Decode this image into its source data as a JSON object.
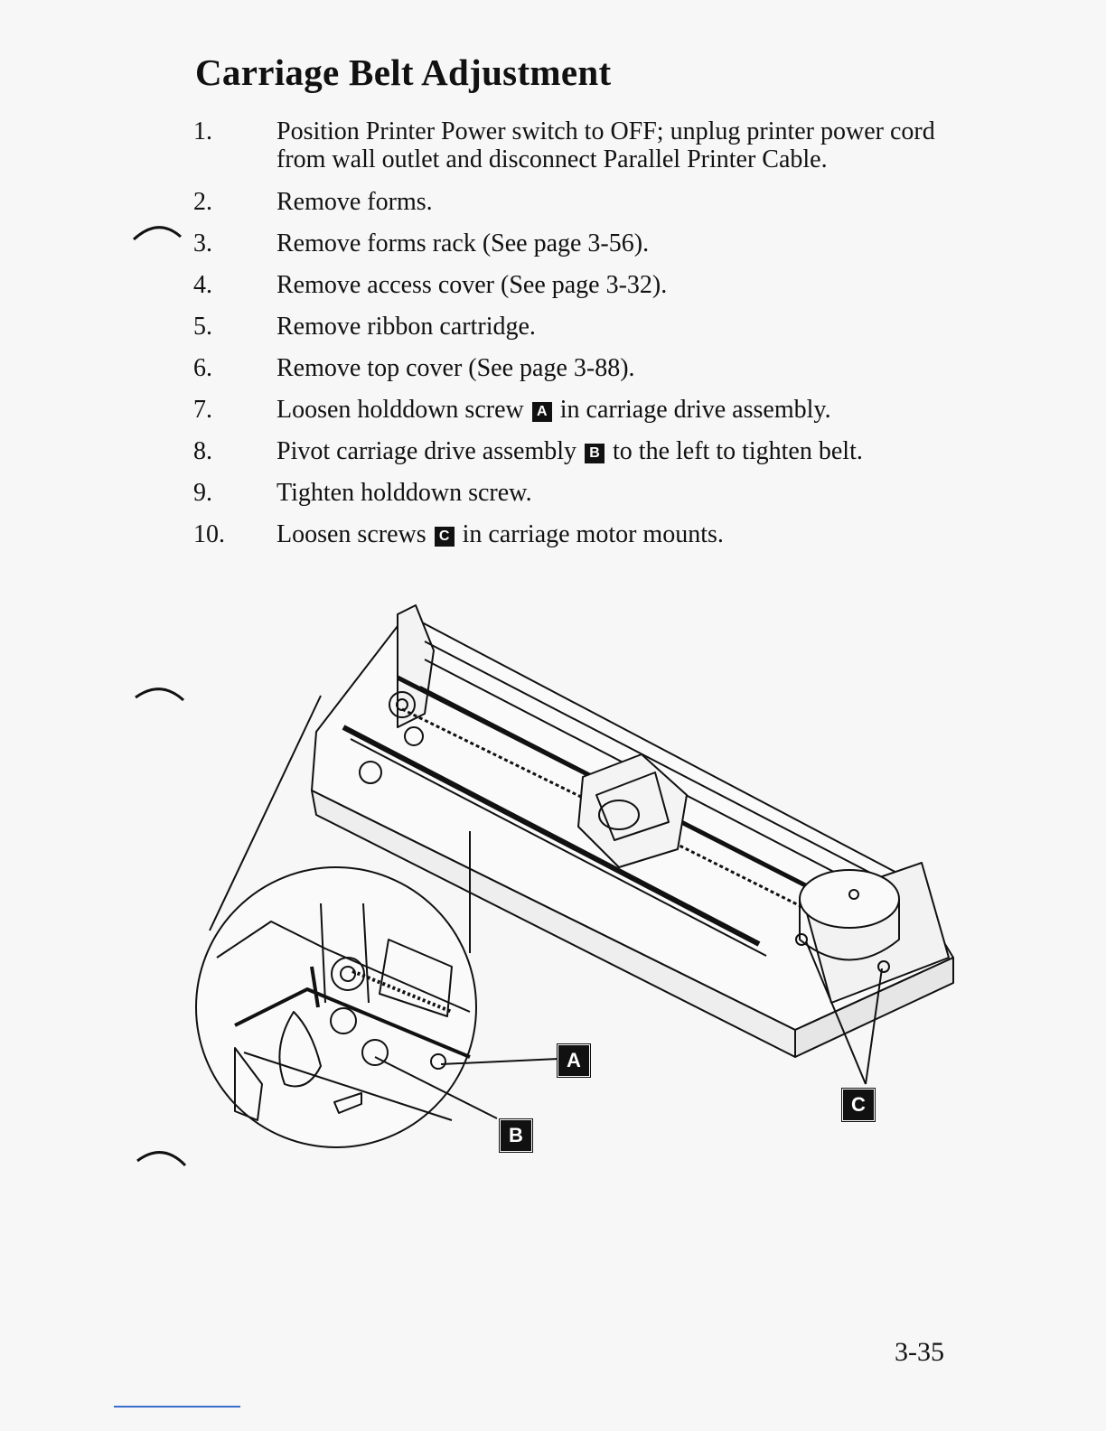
{
  "page": {
    "title": "Carriage Belt Adjustment",
    "page_number": "3-35"
  },
  "steps": [
    {
      "num": "1.",
      "text": "Position Printer Power switch to OFF; unplug printer power cord from wall outlet and disconnect Parallel Printer Cable."
    },
    {
      "num": "2.",
      "text": "Remove forms."
    },
    {
      "num": "3.",
      "text": "Remove forms rack (See page 3-56)."
    },
    {
      "num": "4.",
      "text": "Remove access cover (See page 3-32)."
    },
    {
      "num": "5.",
      "text": "Remove ribbon cartridge."
    },
    {
      "num": "6.",
      "text": "Remove top cover (See page 3-88)."
    },
    {
      "num": "7.",
      "before": "Loosen holddown screw",
      "badge": "A",
      "after": "in carriage drive assembly."
    },
    {
      "num": "8.",
      "before": "Pivot carriage drive assembly",
      "badge": "B",
      "after": "to the left to tighten belt."
    },
    {
      "num": "9.",
      "text": "Tighten holddown screw."
    },
    {
      "num": "10.",
      "before": "Loosen screws",
      "badge": "C",
      "after": "in carriage motor mounts."
    }
  ],
  "figure": {
    "callout_a": "A",
    "callout_b": "B",
    "callout_c": "C"
  }
}
